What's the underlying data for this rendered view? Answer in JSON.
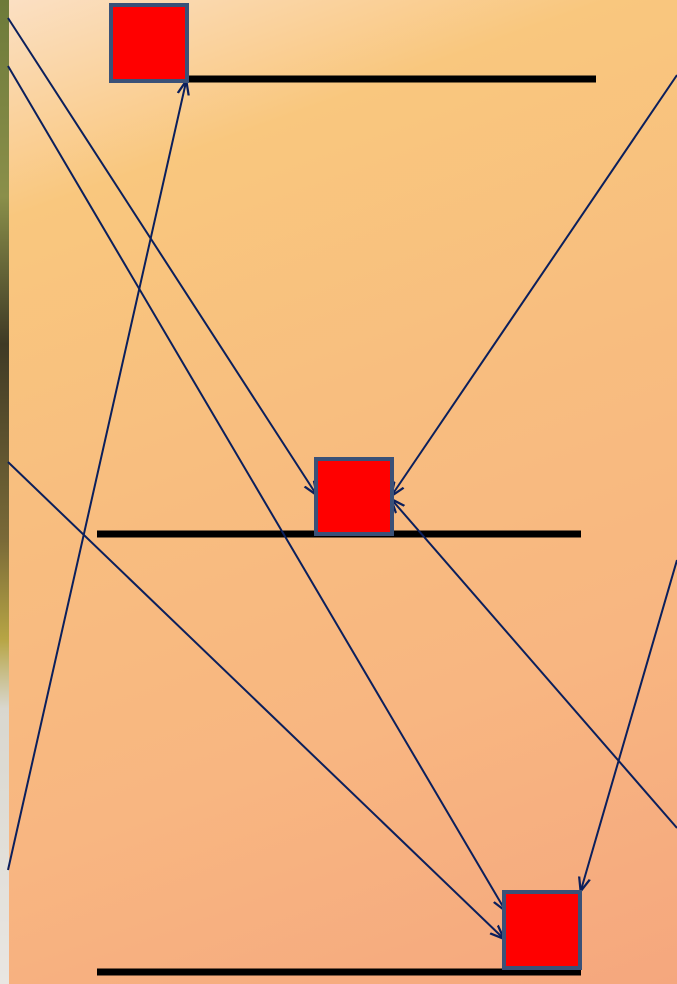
{
  "diagram": {
    "nodes": [
      {
        "id": "top",
        "fill": "#ff0000",
        "stroke": "#3a5178"
      },
      {
        "id": "middle",
        "fill": "#ff0000",
        "stroke": "#3a5178"
      },
      {
        "id": "bottom",
        "fill": "#ff0000",
        "stroke": "#3a5178"
      }
    ],
    "line_color": "#000000",
    "arrow_color": "#0b1f5c"
  }
}
